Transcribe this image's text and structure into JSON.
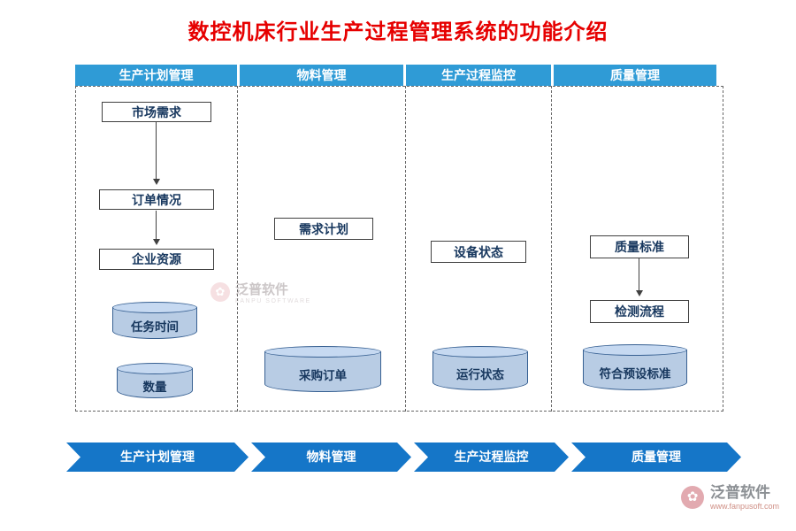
{
  "title": "数控机床行业生产过程管理系统的功能介绍",
  "columns": [
    {
      "header": "生产计划管理",
      "boxes": [
        "市场需求",
        "订单情况",
        "企业资源"
      ],
      "cylinders": [
        "任务时间",
        "数量"
      ]
    },
    {
      "header": "物料管理",
      "boxes": [
        "需求计划"
      ],
      "cylinders": [
        "采购订单"
      ]
    },
    {
      "header": "生产过程监控",
      "boxes": [
        "设备状态"
      ],
      "cylinders": [
        "运行状态"
      ]
    },
    {
      "header": "质量管理",
      "boxes": [
        "质量标准",
        "检测流程"
      ],
      "cylinders": [
        "符合预设标准"
      ]
    }
  ],
  "process_banner": {
    "steps": [
      "生产计划管理",
      "物料管理",
      "生产过程监控",
      "质量管理"
    ]
  },
  "watermark": {
    "brand": "泛普软件",
    "subtitle": "FANPU SOFTWARE"
  },
  "footer": {
    "brand": "泛普软件",
    "website": "www.fanpusoft.com"
  },
  "colors": {
    "title": "#e60000",
    "header_bg": "#2f9bd6",
    "banner_bg": "#1576c8",
    "box_text": "#17375e",
    "cylinder_fill": "#b8cce4",
    "cylinder_border": "#376092"
  }
}
